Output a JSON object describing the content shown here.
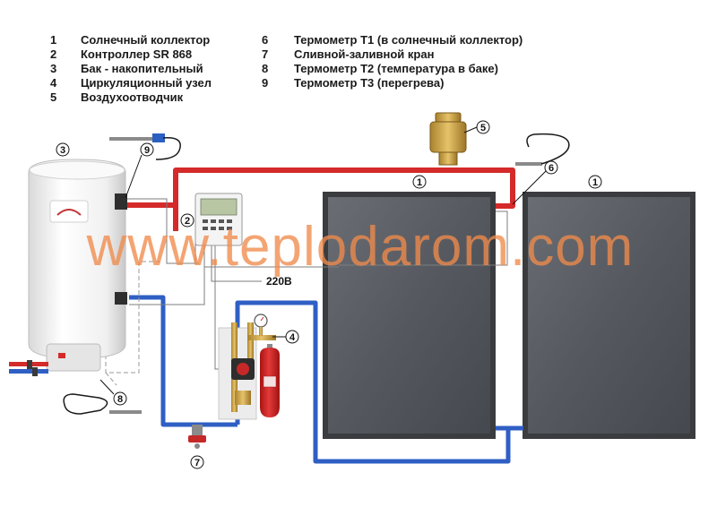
{
  "legend": {
    "left": [
      {
        "num": "1",
        "label": "Солнечный коллектор"
      },
      {
        "num": "2",
        "label": "Контроллер SR 868"
      },
      {
        "num": "3",
        "label": "Бак - накопительный"
      },
      {
        "num": "4",
        "label": "Циркуляционный узел"
      },
      {
        "num": "5",
        "label": "Воздухоотводчик"
      }
    ],
    "right": [
      {
        "num": "6",
        "label": "Термометр T1 (в солнечный коллектор)"
      },
      {
        "num": "7",
        "label": "Сливной-заливной кран"
      },
      {
        "num": "8",
        "label": "Термометр T2 (температура в баке)"
      },
      {
        "num": "9",
        "label": "Термометр T3 (перегрева)"
      }
    ]
  },
  "diagram": {
    "watermark": "www.teplodarom.com",
    "voltage_label": "220B",
    "callouts": {
      "collector_left": "1",
      "collector_right": "1",
      "controller": "2",
      "tank": "3",
      "pump_station": "4",
      "air_vent": "5",
      "sensor_t1": "6",
      "drain_valve": "7",
      "sensor_t2": "8",
      "sensor_t3": "9"
    }
  },
  "colors": {
    "hot_pipe": "#d42a2a",
    "cold_pipe": "#2f5fc4",
    "watermark": "#f08a4b",
    "collector_glass": "#55595f",
    "tank_body": "#f2f2f2",
    "expansion_vessel": "#d61f1f"
  }
}
